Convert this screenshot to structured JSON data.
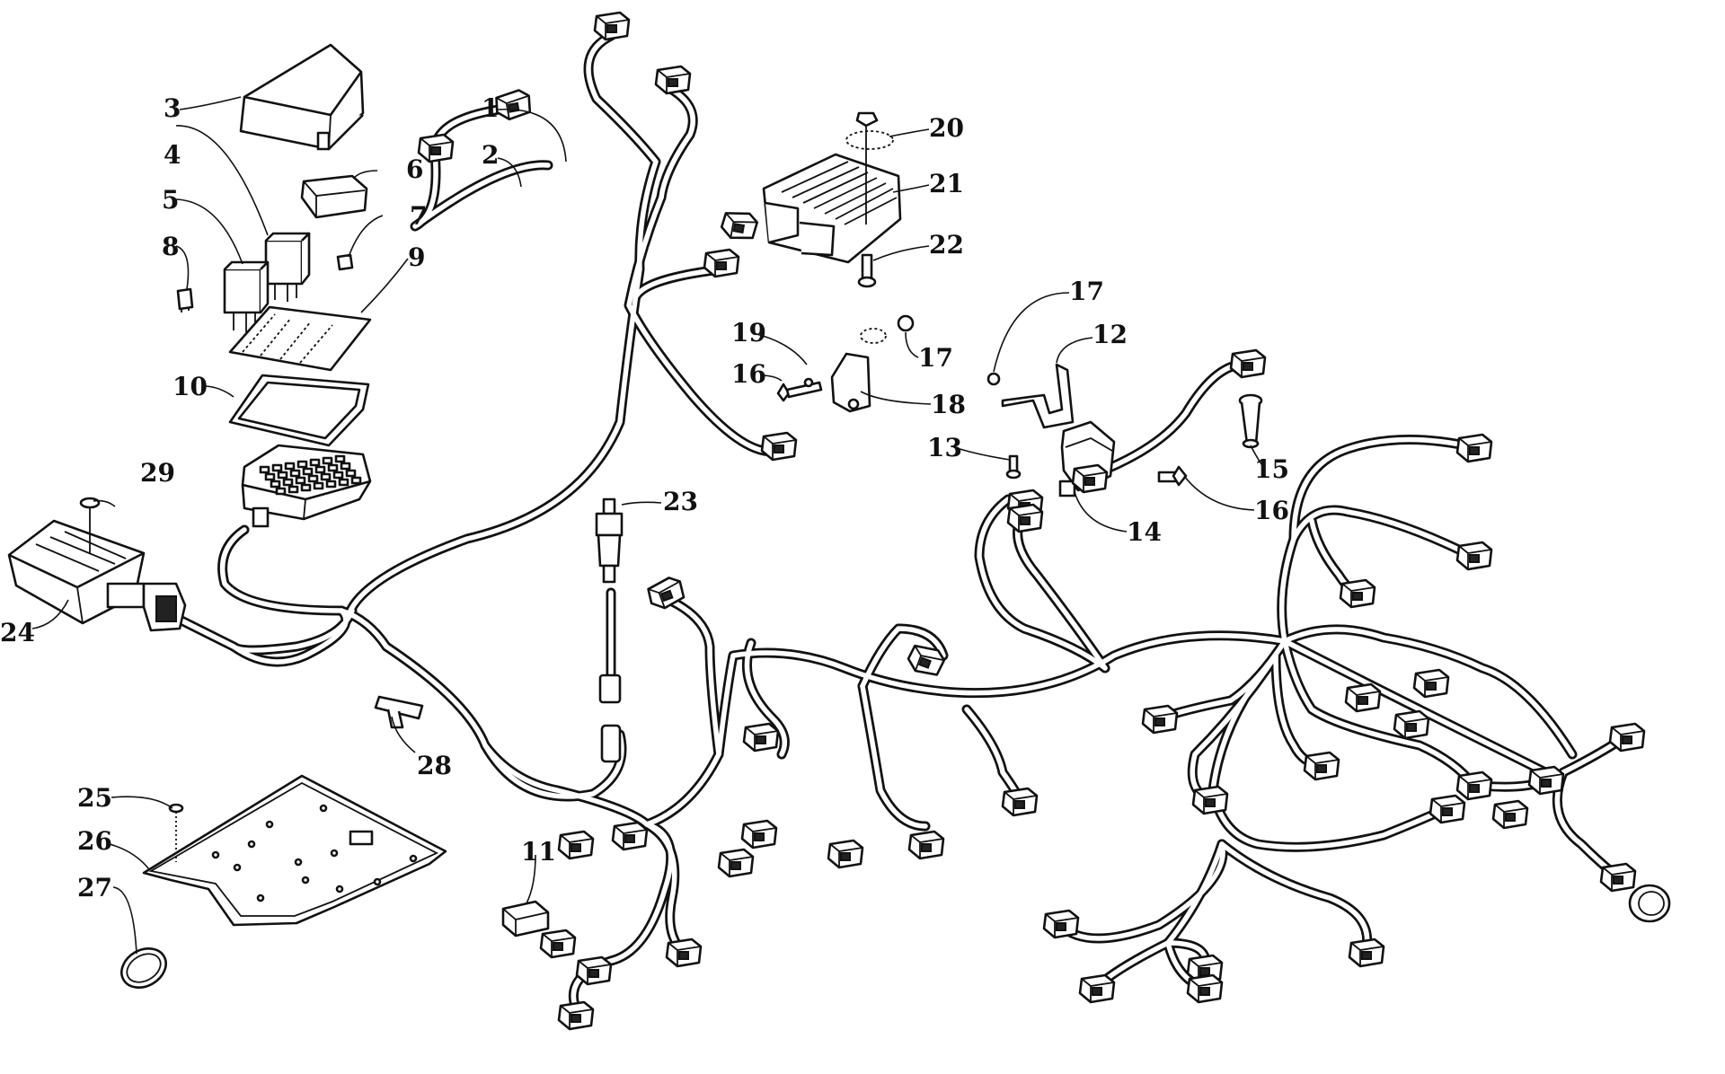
{
  "callouts": [
    {
      "id": "c1",
      "text": "1"
    },
    {
      "id": "c2",
      "text": "2"
    },
    {
      "id": "c3",
      "text": "3"
    },
    {
      "id": "c4",
      "text": "4"
    },
    {
      "id": "c5",
      "text": "5"
    },
    {
      "id": "c6",
      "text": "6"
    },
    {
      "id": "c7",
      "text": "7"
    },
    {
      "id": "c8",
      "text": "8"
    },
    {
      "id": "c9",
      "text": "9"
    },
    {
      "id": "c10",
      "text": "10"
    },
    {
      "id": "c11",
      "text": "11"
    },
    {
      "id": "c12",
      "text": "12"
    },
    {
      "id": "c13",
      "text": "13"
    },
    {
      "id": "c14",
      "text": "14"
    },
    {
      "id": "c15",
      "text": "15"
    },
    {
      "id": "c16a",
      "text": "16"
    },
    {
      "id": "c16b",
      "text": "16"
    },
    {
      "id": "c17a",
      "text": "17"
    },
    {
      "id": "c17b",
      "text": "17"
    },
    {
      "id": "c18",
      "text": "18"
    },
    {
      "id": "c19",
      "text": "19"
    },
    {
      "id": "c20",
      "text": "20"
    },
    {
      "id": "c21",
      "text": "21"
    },
    {
      "id": "c22",
      "text": "22"
    },
    {
      "id": "c23",
      "text": "23"
    },
    {
      "id": "c24",
      "text": "24"
    },
    {
      "id": "c25",
      "text": "25"
    },
    {
      "id": "c26",
      "text": "26"
    },
    {
      "id": "c27",
      "text": "27"
    },
    {
      "id": "c28",
      "text": "28"
    },
    {
      "id": "c29",
      "text": "29"
    }
  ]
}
